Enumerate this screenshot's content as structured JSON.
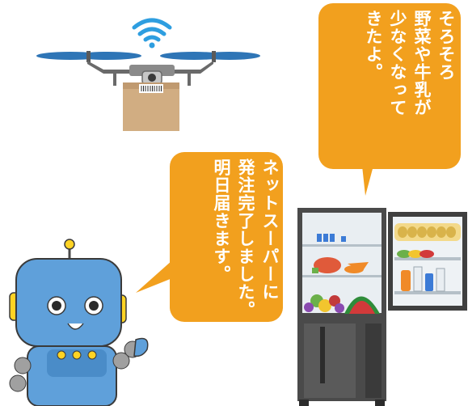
{
  "fridge_bubble": {
    "lines": [
      "そろそろ",
      "野菜や牛乳が",
      "少なくなって",
      "きたよ。"
    ]
  },
  "robot_bubble": {
    "lines": [
      "ネットスーパーに",
      "発注完了しました。",
      "明日届きます。"
    ]
  },
  "icons": [
    "wifi-icon",
    "drone",
    "package",
    "barcode",
    "robot",
    "refrigerator"
  ],
  "colors": {
    "bubble": "#f2a01e",
    "drone_blue": "#2e75b6",
    "robot_blue": "#5fa0da",
    "robot_yellow": "#ffd324",
    "fridge_dark": "#4a4a4a",
    "box": "#cfa97c"
  }
}
